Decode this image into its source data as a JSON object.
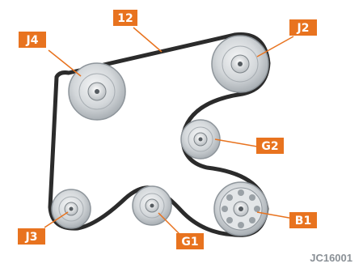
{
  "labels": {
    "belt": "12",
    "j4": "J4",
    "j2": "J2",
    "g2": "G2",
    "j3": "J3",
    "g1": "G1",
    "b1": "B1"
  },
  "reference_code": "JC16001",
  "colors": {
    "label_fill": "#e8731f",
    "leader_line": "#e8731f",
    "belt": "#2b2b2b",
    "pulley_face": "#c8ccd0",
    "pulley_rim": "#8e959b",
    "reference_text": "#8a9096"
  }
}
